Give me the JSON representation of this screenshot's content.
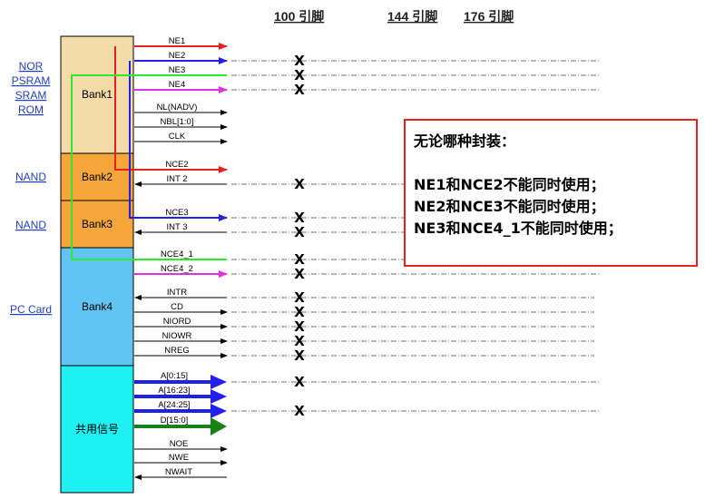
{
  "headers": [
    "100 引脚",
    "144 引脚",
    "176 引脚"
  ],
  "side_labels": [
    "NOR",
    "PSRAM",
    "SRAM",
    "ROM",
    "NAND",
    "NAND",
    "PC Card"
  ],
  "banks": [
    "Bank1",
    "Bank2",
    "Bank3",
    "Bank4",
    "共用信号"
  ],
  "signals": [
    "NE1",
    "NE2",
    "NE3",
    "NE4",
    "NL(NADV)",
    "NBL[1:0]",
    "CLK",
    "NCE2",
    "INT 2",
    "NCE3",
    "INT 3",
    "NCE4_1",
    "NCE4_2",
    "INTR",
    "CD",
    "NIORD",
    "NIOWR",
    "NREG",
    "A[0:15]",
    "A[16:23]",
    "A[24:25]",
    "D[15:0]",
    "NOE",
    "NWE",
    "NWAIT"
  ],
  "x_mark": "X",
  "note": {
    "title": "无论哪种封装：",
    "lines": [
      "NE1和NCE2不能同时使用；",
      "NE2和NCE3不能同时使用；",
      "NE3和NCE4_1不能同时使用；"
    ]
  },
  "colors": {
    "bank1": "#f4dca8",
    "bank23": "#f5a63a",
    "bank4": "#62c4f2",
    "shared": "#1ff0f0",
    "red": "#e82020",
    "blue": "#2020e8",
    "green": "#30e830",
    "magenta": "#e030e0",
    "dark_green": "#188018"
  }
}
